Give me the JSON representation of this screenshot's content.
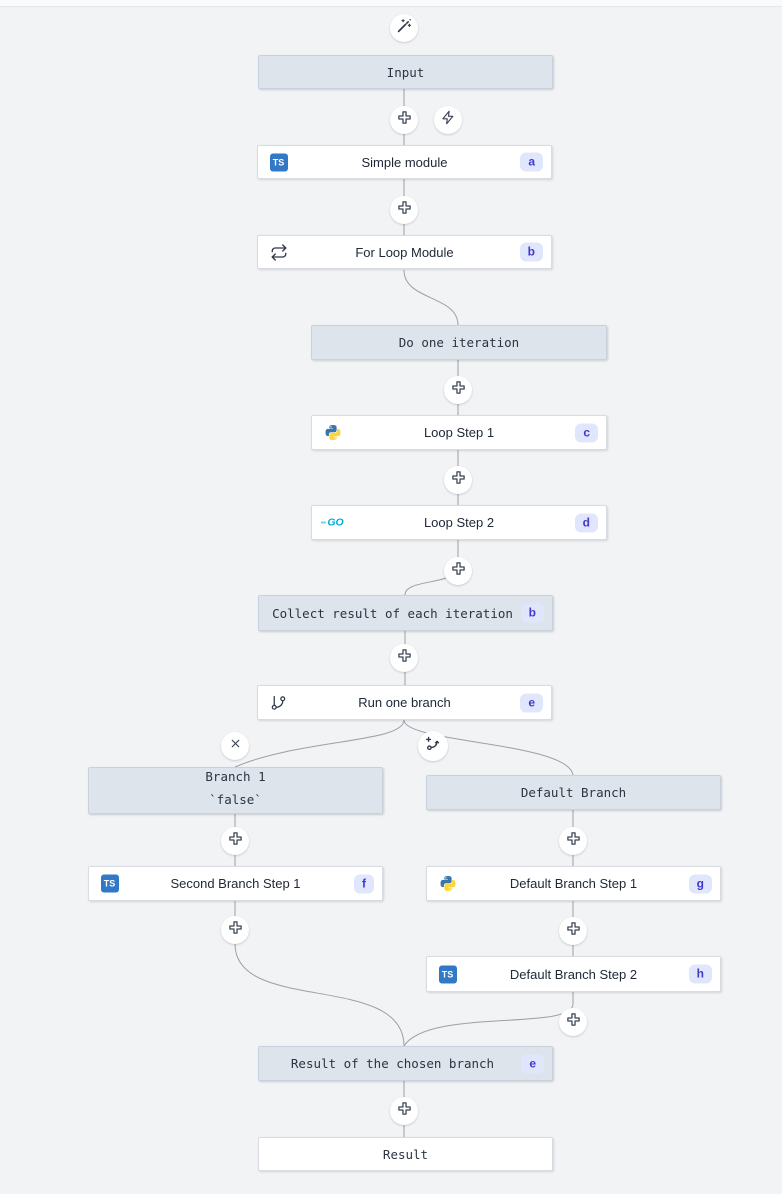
{
  "nodes": {
    "input": {
      "label": "Input"
    },
    "simple_module": {
      "label": "Simple module",
      "badge": "a",
      "lang": "typescript"
    },
    "for_loop_module": {
      "label": "For Loop Module",
      "badge": "b",
      "icon": "repeat"
    },
    "do_one_iteration": {
      "label": "Do one iteration"
    },
    "loop_step_1": {
      "label": "Loop Step 1",
      "badge": "c",
      "lang": "python"
    },
    "loop_step_2": {
      "label": "Loop Step 2",
      "badge": "d",
      "lang": "go"
    },
    "collect_result": {
      "label": "Collect result of each iteration",
      "badge": "b"
    },
    "run_one_branch": {
      "label": "Run one branch",
      "badge": "e",
      "icon": "git-branch"
    },
    "branch_1": {
      "label": "Branch 1",
      "sublabel": "`false`"
    },
    "default_branch": {
      "label": "Default Branch"
    },
    "second_branch_step_1": {
      "label": "Second Branch Step 1",
      "badge": "f",
      "lang": "typescript"
    },
    "default_branch_step_1": {
      "label": "Default Branch Step 1",
      "badge": "g",
      "lang": "python"
    },
    "default_branch_step_2": {
      "label": "Default Branch Step 2",
      "badge": "h",
      "lang": "typescript"
    },
    "result_of_chosen_branch": {
      "label": "Result of the chosen branch",
      "badge": "e"
    },
    "result": {
      "label": "Result"
    }
  },
  "icon_labels": {
    "typescript": "TS",
    "go": "GO"
  },
  "colors": {
    "canvas_bg": "#f1f3f5",
    "virtual_node_bg": "#dde4ec",
    "edge": "#9ba1a9",
    "badge_bg": "#e0e6fb",
    "badge_text": "#4338ca",
    "typescript_blue": "#3178c6",
    "go_cyan": "#00acd7",
    "python_blue": "#3776ab",
    "python_yellow": "#ffd43b"
  }
}
